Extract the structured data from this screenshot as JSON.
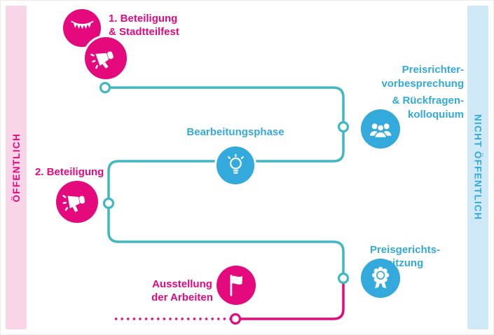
{
  "colors": {
    "pink": "#e5097e",
    "blue": "#33a9dc",
    "teal": "#41b7c4",
    "pink_band_bg": "#f8d6e7",
    "blue_band_bg": "#cfe9f6"
  },
  "bands": {
    "left": {
      "label": "ÖFFENTLICH"
    },
    "right": {
      "label": "NICHT ÖFFENTLICH"
    }
  },
  "steps": [
    {
      "name": "beteiligung-1-stadtteilfest",
      "lines": [
        "1. Beteiligung",
        "& Stadtteilfest"
      ],
      "icons": [
        "pennant-garland-icon",
        "megaphone-icon"
      ],
      "color": "#e5097e"
    },
    {
      "name": "preisrichter-vorbesprechung",
      "lines": [
        "Preisrichter-",
        "vorbesprechung",
        "& Rückfragen-",
        "kolloquium"
      ],
      "icons": [
        "jury-icon"
      ],
      "color": "#33a9dc"
    },
    {
      "name": "bearbeitungsphase",
      "lines": [
        "Bearbeitungsphase"
      ],
      "icons": [
        "lightbulb-icon"
      ],
      "color": "#33a9dc"
    },
    {
      "name": "beteiligung-2",
      "lines": [
        "2. Beteiligung"
      ],
      "icons": [
        "megaphone-icon"
      ],
      "color": "#e5097e"
    },
    {
      "name": "preisgerichtssitzung",
      "lines": [
        "Preisgerichts-",
        "sitzung"
      ],
      "icons": [
        "award-rosette-icon"
      ],
      "color": "#33a9dc"
    },
    {
      "name": "ausstellung-der-arbeiten",
      "lines": [
        "Ausstellung",
        "der Arbeiten"
      ],
      "icons": [
        "flag-icon"
      ],
      "color": "#e5097e"
    }
  ]
}
